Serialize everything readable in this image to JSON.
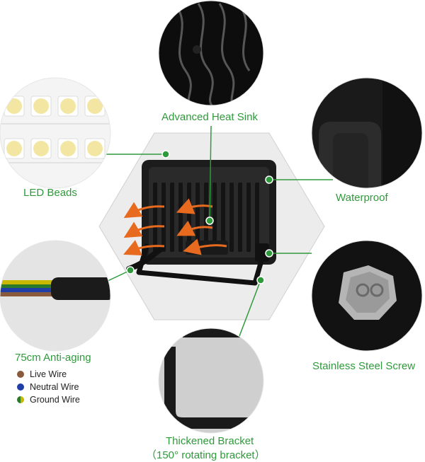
{
  "labels": {
    "heat_sink": "Advanced Heat Sink",
    "led_beads": "LED Beads",
    "waterproof": "Waterproof",
    "cable": "75cm Anti-aging",
    "screw": "Stainless Steel Screw",
    "bracket_line1": "Thickened Bracket",
    "bracket_line2": "（150° rotating bracket）"
  },
  "legend": [
    {
      "label": "Live Wire",
      "color": "#8a5a3c"
    },
    {
      "label": "Neutral Wire",
      "color": "#1f3ea8"
    },
    {
      "label": "Ground Wire",
      "color": "#c9b800",
      "color2": "#2a7a2a"
    }
  ],
  "colors": {
    "accent_green": "#2f9a3c",
    "arrow_orange": "#e86a1f",
    "hexagon_fill": "#ededed"
  }
}
